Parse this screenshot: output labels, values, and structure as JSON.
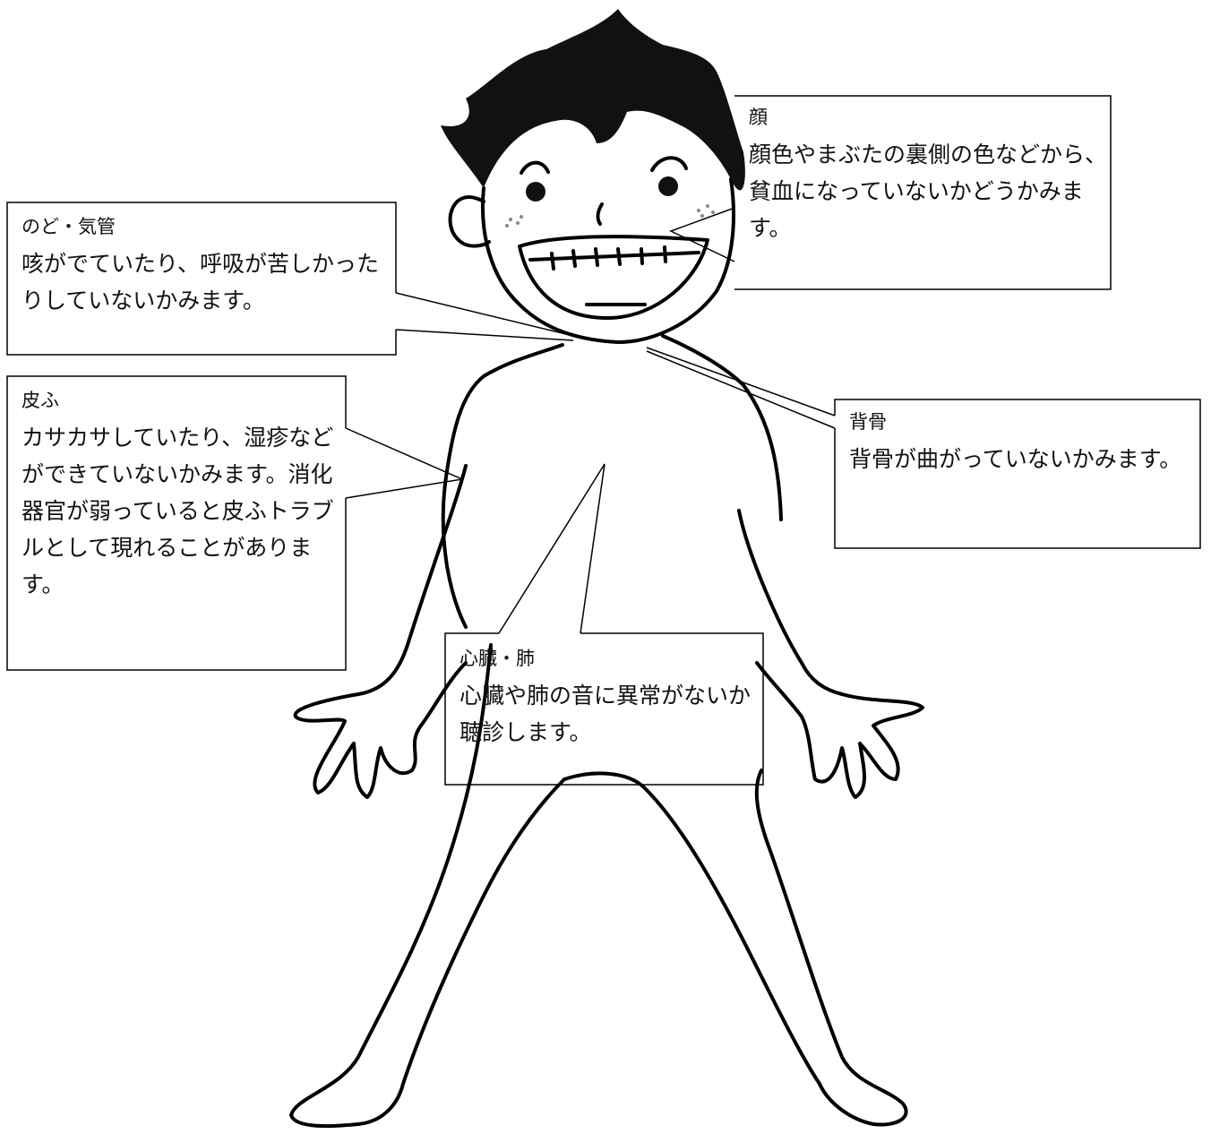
{
  "callouts": {
    "face": {
      "title": "顔",
      "text": "顔色やまぶたの裏側の色などから、貧血になっていないかどうかみます。"
    },
    "throat": {
      "title": "のど・気管",
      "text": "咳がでていたり、呼吸が苦しかったりしていないかみます。"
    },
    "skin": {
      "title": "皮ふ",
      "text": "カサカサしていたり、湿疹などができていないかみます。消化器官が弱っていると皮ふトラブルとして現れることがあります。"
    },
    "spine": {
      "title": "背骨",
      "text": "背骨が曲がっていないかみます。"
    },
    "heart_lungs": {
      "title": "心臓・肺",
      "text": "心臓や肺の音に異常がないか聴診します。"
    }
  },
  "colors": {
    "line": "#000000",
    "background": "#ffffff"
  }
}
